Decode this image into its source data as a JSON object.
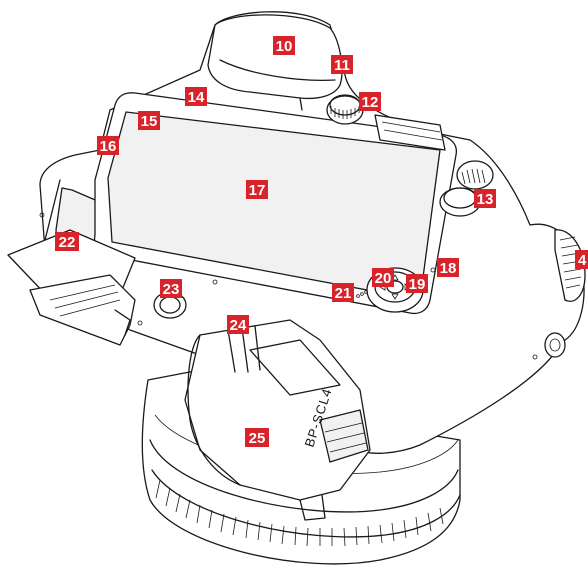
{
  "callouts": [
    {
      "label": "10"
    },
    {
      "label": "11"
    },
    {
      "label": "12"
    },
    {
      "label": "13"
    },
    {
      "label": "14"
    },
    {
      "label": "15"
    },
    {
      "label": "16"
    },
    {
      "label": "17"
    },
    {
      "label": "18"
    },
    {
      "label": "19"
    },
    {
      "label": "20"
    },
    {
      "label": "21"
    },
    {
      "label": "22"
    },
    {
      "label": "23"
    },
    {
      "label": "24"
    },
    {
      "label": "25"
    },
    {
      "label": "4"
    }
  ],
  "battery_marking": "BP-SCL4",
  "colors": {
    "callout_badge": "#d8232a",
    "callout_text": "#ffffff",
    "outline": "#1a1a1a"
  }
}
